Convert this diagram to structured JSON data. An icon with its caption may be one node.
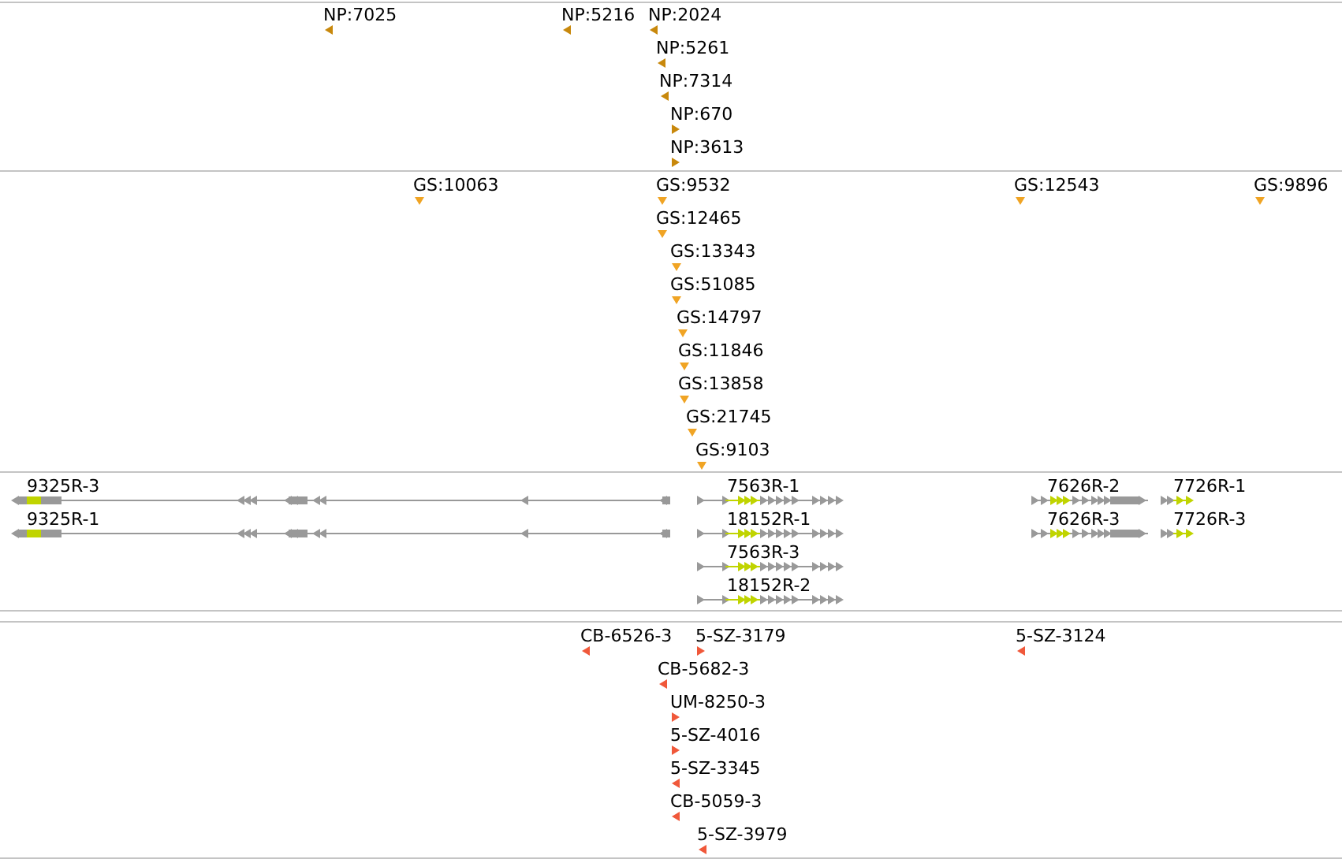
{
  "diagram": {
    "labels": [
      "NP:7025",
      "NP:5216",
      "NP:2024",
      "NP:5261",
      "NP:7314",
      "NP:670",
      "NP:3613",
      "GS:10063",
      "GS:9532",
      "GS:12543",
      "GS:9896",
      "GS:12465",
      "GS:13343",
      "GS:51085",
      "GS:14797",
      "GS:11846",
      "GS:13858",
      "GS:21745",
      "GS:9103",
      "9325R-3",
      "7563R-1",
      "7626R-2",
      "7726R-1",
      "9325R-1",
      "18152R-1",
      "7626R-3",
      "7726R-3",
      "7563R-3",
      "18152R-2",
      "CB-6526-3",
      "5-SZ-3179",
      "5-SZ-3124",
      "CB-5682-3",
      "UM-8250-3",
      "5-SZ-4016",
      "5-SZ-3345",
      "CB-5059-3",
      "5-SZ-3979"
    ]
  }
}
